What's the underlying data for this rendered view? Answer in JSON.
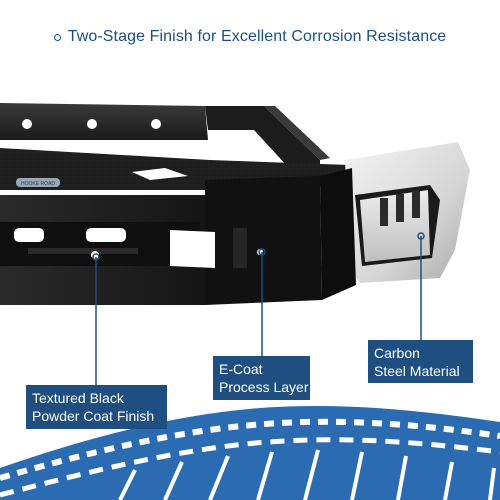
{
  "header": {
    "title": "Two-Stage Finish for Excellent Corrosion Resistance"
  },
  "callouts": {
    "textured": {
      "line1": "Textured Black",
      "line2": "Powder Coat Finish"
    },
    "ecoat": {
      "line1": "E-Coat",
      "line2": "Process Layer"
    },
    "carbon": {
      "line1": "Carbon",
      "line2": "Steel Material"
    }
  },
  "product": {
    "badge_text": "HOOKE ROAD"
  },
  "colors": {
    "accent": "#1e4f80",
    "bumper_black": "#1c1c1c",
    "steel_silver": "#d9d9d9",
    "tread": "#2a6bb2"
  }
}
